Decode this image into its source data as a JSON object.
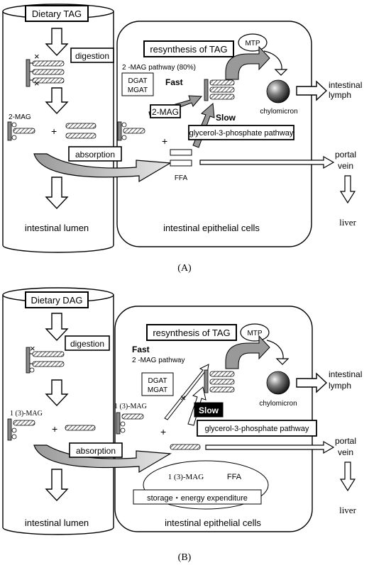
{
  "panel_a": {
    "caption": "(A)",
    "dietary": "Dietary TAG",
    "digestion": "digestion",
    "resynthesis": "resynthesis of TAG",
    "mtp": "MTP",
    "pathway_2mag": "2 -MAG pathway (80%)",
    "dgat": "DGAT",
    "mgat": "MGAT",
    "fast": "Fast",
    "mag_box": "2-MAG",
    "slow": "Slow",
    "mag_label": "2-MAG",
    "chylomicron": "chylomicron",
    "absorption": "absorption",
    "glycerol_pathway": "glycerol-3-phosphate pathway",
    "ffa": "FFA",
    "lymph_1": "intestinal",
    "lymph_2": "lymph",
    "portal_1": "portal",
    "portal_2": "vein",
    "liver": "liver",
    "lumen": "intestinal lumen",
    "epithelial": "intestinal epithelial cells",
    "plus_1": "+",
    "plus_2": "+"
  },
  "panel_b": {
    "caption": "(B)",
    "dietary": "Dietary DAG",
    "digestion": "digestion",
    "resynthesis": "resynthesis of TAG",
    "mtp": "MTP",
    "fast": "Fast",
    "pathway_2mag": "2 -MAG pathway",
    "dgat": "DGAT",
    "mgat": "MGAT",
    "slow": "Slow",
    "mag_label_lumen": "1 (3)-MAG",
    "mag_label_cell": "1 (3)-MAG",
    "chylomicron": "chylomicron",
    "absorption": "absorption",
    "glycerol_pathway": "glycerol-3-phosphate pathway",
    "ellipse_mag": "1 (3)-MAG",
    "ellipse_ffa": "FFA",
    "storage": "storage・energy expenditure",
    "lymph_1": "intestinal",
    "lymph_2": "lymph",
    "portal_1": "portal",
    "portal_2": "vein",
    "liver": "liver",
    "lumen": "intestinal lumen",
    "epithelial": "intestinal epithelial cells",
    "plus_1": "+",
    "plus_2": "+"
  }
}
